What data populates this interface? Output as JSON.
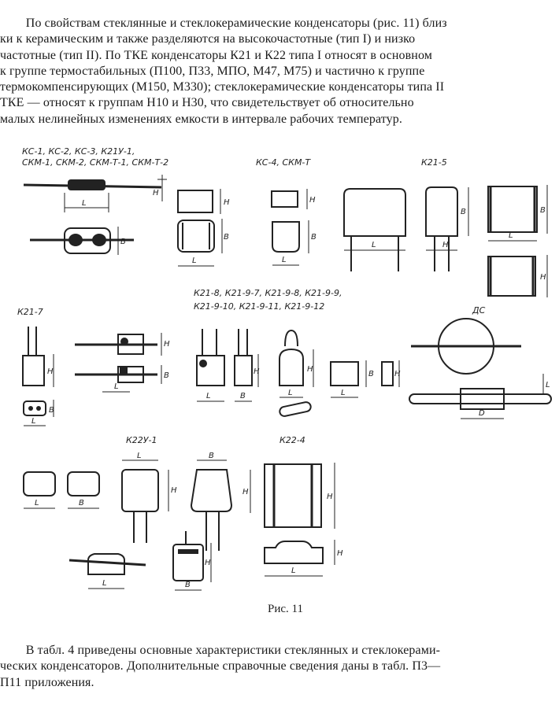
{
  "paragraph_top": {
    "lines": [
      "        По свойствам стеклянные и стеклокерамические конденсаторы (рис. 11) близ",
      "ки к керамическим и также разделяются на высокочастотные (тип I) и низко",
      "частотные (тип II). По ТКЕ конденсаторы К21 и К22 типа I относят в основном",
      "к группе термостабильных (П100, П33, МПО, М47, М75) и частично к группе",
      "термокомпенсирующих (М150, М330); стеклокерамические конденсаторы типа II",
      "ТКЕ — относят к группам Н10 и Н30, что свидетельствует об  относительно",
      "малых нелинейных изменениях емкости в интервале рабочих температур."
    ]
  },
  "figure": {
    "labels": {
      "group1_line1": "КС-1, КС-2, КС-3, К21У-1,",
      "group1_line2": "СКМ-1, СКМ-2, СКМ-Т-1, СКМ-Т-2",
      "group2": "КС-4, СКМ-Т",
      "group3": "К21-5",
      "group4": "К21-7",
      "group5_line1": "К21-8, К21-9-7, К21-9-8, К21-9-9,",
      "group5_line2": "К21-9-10, К21-9-11, К21-9-12",
      "group6": "ДС",
      "group7": "К22У-1",
      "group8": "К22-4"
    },
    "dims": {
      "L": "L",
      "H": "H",
      "B": "B",
      "D": "D"
    },
    "caption": "Рис. 11"
  },
  "paragraph_bottom": {
    "lines": [
      "        В табл. 4 приведены основные характеристики стеклянных и стеклокерами-",
      "ческих конденсаторов. Дополнительные справочные сведения даны в табл. П3—",
      "П11 приложения."
    ]
  }
}
